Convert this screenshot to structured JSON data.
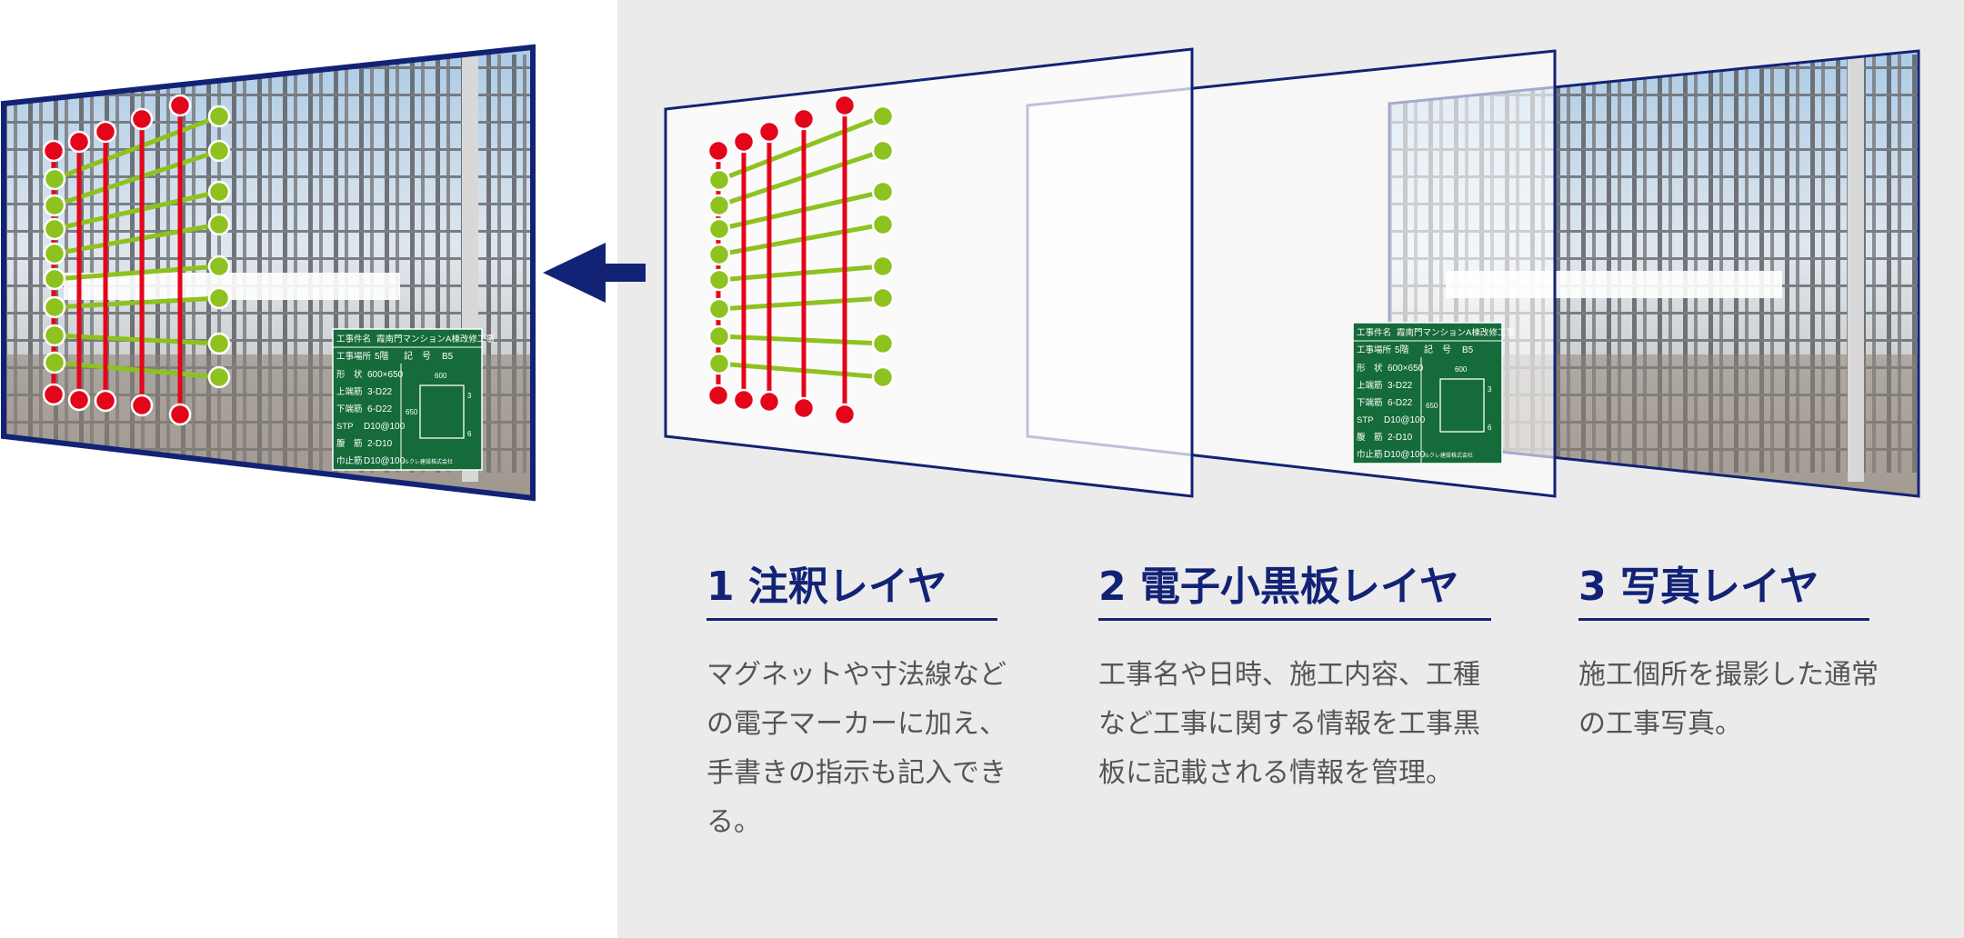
{
  "colors": {
    "navy": "#122376",
    "marker_red": "#e3061b",
    "marker_green": "#8dc21f",
    "board_green": "#156b3a",
    "panel_gray": "#ebebec"
  },
  "composite": {
    "arrow": "arrow-left-icon"
  },
  "board": {
    "rows": [
      {
        "label": "工事件名",
        "value": "霞南門マンションA棟改修工事"
      },
      {
        "label": "工事場所",
        "value": "5階",
        "extra_label": "記　号",
        "extra_value": "B5"
      },
      {
        "label": "形　状",
        "value": "600×650"
      },
      {
        "label": "上端筋",
        "value": "3-D22"
      },
      {
        "label": "下端筋",
        "value": "6-D22"
      },
      {
        "label": "STP",
        "value": "D10@100"
      },
      {
        "label": "腹　筋",
        "value": "2-D10"
      },
      {
        "label": "巾止筋",
        "value": "D10@100"
      }
    ],
    "dims": {
      "width": "600",
      "height": "650",
      "top_count": "3",
      "bottom_count": "6"
    },
    "company": "ルクレ建設株式会社"
  },
  "layers": [
    {
      "title": "1 注釈レイヤ",
      "description": "マグネットや寸法線などの電子マーカーに加え、手書きの指示も記入できる。"
    },
    {
      "title": "2 電子小黒板レイヤ",
      "description": "工事名や日時、施工内容、工種など工事に関する情報を工事黒板に記載される情報を管理。"
    },
    {
      "title": "3 写真レイヤ",
      "description": "施工個所を撮影した通常の工事写真。"
    }
  ]
}
